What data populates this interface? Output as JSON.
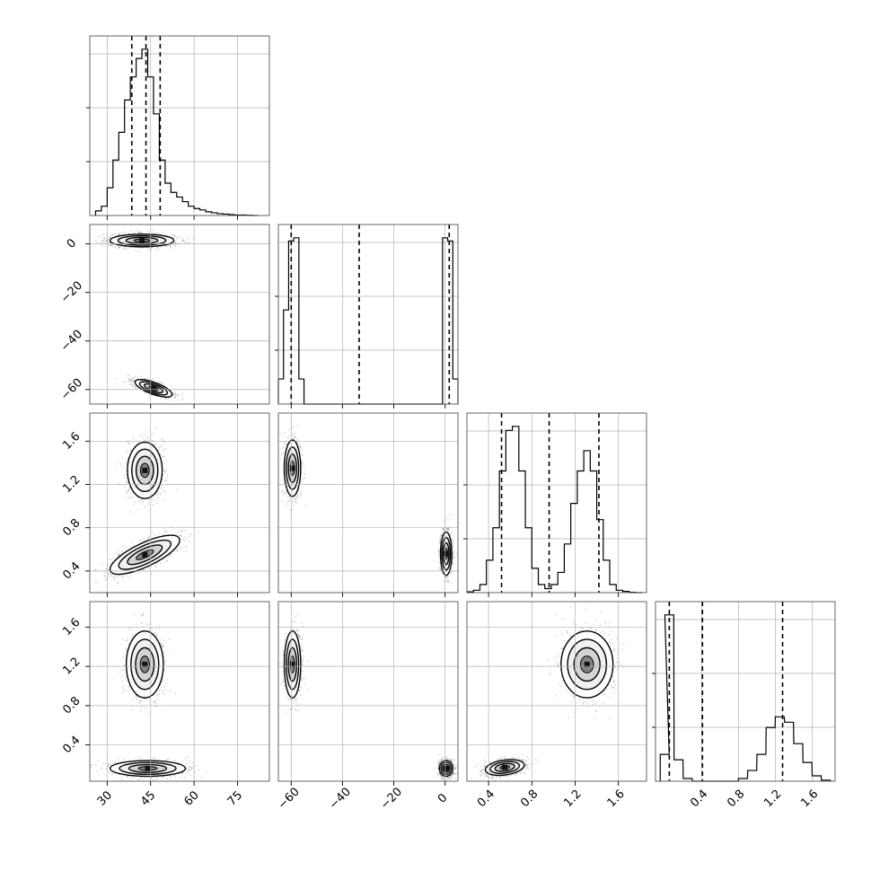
{
  "chart_data": [
    {
      "type": "histogram",
      "variable": 0,
      "xlim": [
        24,
        86
      ],
      "x": [
        27,
        29,
        31,
        33,
        35,
        37,
        39,
        41,
        43,
        45,
        47,
        49,
        51,
        53,
        55,
        57,
        59,
        61,
        63,
        65,
        67,
        69,
        71,
        73,
        75,
        77,
        79,
        81
      ],
      "values": [
        1,
        2,
        6,
        12,
        18,
        25,
        30,
        34,
        36,
        30,
        22,
        12,
        7,
        5,
        4,
        3,
        2,
        1.5,
        1.2,
        0.8,
        0.6,
        0.4,
        0.3,
        0.2,
        0.1,
        0.1,
        0.05,
        0
      ],
      "quantile_lines": [
        38.5,
        43.4,
        48.3
      ]
    },
    {
      "type": "histogram",
      "variable": 1,
      "xlim": [
        -65,
        5
      ],
      "x": [
        -64,
        -62,
        -60,
        -58,
        -56,
        -54,
        -52,
        -50,
        -48,
        -46,
        -44,
        -42,
        -40,
        -38,
        -36,
        -34,
        -32,
        -30,
        -28,
        -26,
        -24,
        -22,
        -20,
        -18,
        -16,
        -14,
        -12,
        -10,
        -8,
        -6,
        -4,
        -2,
        0,
        2,
        4
      ],
      "values": [
        8,
        30,
        52,
        53,
        8,
        0,
        0,
        0,
        0,
        0,
        0,
        0,
        0,
        0,
        0,
        0,
        0,
        0,
        0,
        0,
        0,
        0,
        0,
        0,
        0,
        0,
        0,
        0,
        0,
        0,
        0,
        0,
        53,
        52,
        8
      ],
      "quantile_lines": [
        -60.0,
        -33.5,
        1.6
      ]
    },
    {
      "type": "histogram",
      "variable": 2,
      "xlim": [
        0.2,
        1.86
      ],
      "x": [
        0.23,
        0.29,
        0.35,
        0.41,
        0.47,
        0.53,
        0.59,
        0.65,
        0.71,
        0.77,
        0.83,
        0.89,
        0.95,
        1.01,
        1.07,
        1.13,
        1.19,
        1.25,
        1.31,
        1.37,
        1.43,
        1.49,
        1.55,
        1.61,
        1.67,
        1.73,
        1.79
      ],
      "values": [
        0.2,
        0.6,
        2,
        8,
        16,
        30,
        40,
        41,
        30,
        16,
        6,
        2,
        1,
        2,
        5,
        12,
        22,
        30,
        35,
        30,
        18,
        8,
        2,
        0.6,
        0.3,
        0.1,
        0
      ],
      "quantile_lines": [
        0.52,
        0.96,
        1.42
      ]
    },
    {
      "type": "histogram",
      "variable": 3,
      "xlim": [
        -0.1,
        1.85
      ],
      "x": [
        0.0,
        0.05,
        0.15,
        0.25,
        0.35,
        0.45,
        0.55,
        0.65,
        0.75,
        0.85,
        0.95,
        1.05,
        1.15,
        1.25,
        1.35,
        1.45,
        1.55,
        1.65,
        1.75
      ],
      "values": [
        10,
        62,
        8,
        1,
        0,
        0,
        0,
        0,
        0,
        1,
        4,
        10,
        20,
        24,
        22,
        14,
        7,
        2,
        0.4
      ],
      "quantile_lines": [
        0.05,
        0.41,
        1.28
      ]
    },
    {
      "type": "scatter",
      "x_var": 0,
      "y_var": 1,
      "xlim": [
        24,
        86
      ],
      "ylim": [
        -66,
        8
      ],
      "clusters": [
        {
          "cx": 42,
          "cy": 1.4,
          "sx": 5.5,
          "sy": 1.3,
          "rho": 0,
          "n": 1500
        },
        {
          "cx": 46,
          "cy": -59.5,
          "sx": 3.2,
          "sy": 1.8,
          "rho": -0.7,
          "n": 900
        }
      ]
    },
    {
      "type": "scatter",
      "x_var": 0,
      "y_var": 2,
      "xlim": [
        24,
        86
      ],
      "ylim": [
        0.2,
        1.86
      ],
      "clusters": [
        {
          "cx": 43,
          "cy": 1.33,
          "sx": 3.0,
          "sy": 0.13,
          "rho": 0,
          "n": 1000
        },
        {
          "cx": 43,
          "cy": 0.55,
          "sx": 6.0,
          "sy": 0.09,
          "rho": 0.75,
          "n": 1000
        }
      ]
    },
    {
      "type": "scatter",
      "x_var": 1,
      "y_var": 2,
      "xlim": [
        -65,
        5
      ],
      "ylim": [
        0.2,
        1.86
      ],
      "clusters": [
        {
          "cx": -59.5,
          "cy": 1.35,
          "sx": 1.6,
          "sy": 0.13,
          "rho": 0,
          "n": 1000
        },
        {
          "cx": 0.4,
          "cy": 0.56,
          "sx": 1.1,
          "sy": 0.1,
          "rho": 0,
          "n": 1000
        }
      ]
    },
    {
      "type": "scatter",
      "x_var": 0,
      "y_var": 3,
      "xlim": [
        24,
        86
      ],
      "ylim": [
        0.03,
        1.86
      ],
      "clusters": [
        {
          "cx": 43,
          "cy": 1.22,
          "sx": 3.2,
          "sy": 0.17,
          "rho": 0,
          "n": 1000
        },
        {
          "cx": 44,
          "cy": 0.16,
          "sx": 6.5,
          "sy": 0.04,
          "rho": 0,
          "n": 1000
        }
      ]
    },
    {
      "type": "scatter",
      "x_var": 1,
      "y_var": 3,
      "xlim": [
        -65,
        5
      ],
      "ylim": [
        0.03,
        1.86
      ],
      "clusters": [
        {
          "cx": -59.5,
          "cy": 1.22,
          "sx": 1.6,
          "sy": 0.17,
          "rho": 0,
          "n": 1000
        },
        {
          "cx": 0.4,
          "cy": 0.16,
          "sx": 1.3,
          "sy": 0.04,
          "rho": 0,
          "n": 1000
        }
      ]
    },
    {
      "type": "scatter",
      "x_var": 2,
      "y_var": 3,
      "xlim": [
        0.2,
        1.86
      ],
      "ylim": [
        0.03,
        1.86
      ],
      "clusters": [
        {
          "cx": 1.31,
          "cy": 1.22,
          "sx": 0.12,
          "sy": 0.17,
          "rho": 0,
          "n": 1200
        },
        {
          "cx": 0.55,
          "cy": 0.17,
          "sx": 0.09,
          "sy": 0.04,
          "rho": 0.3,
          "n": 900
        }
      ]
    }
  ],
  "ticks": {
    "x": [
      {
        "values": [
          30,
          45,
          60,
          75
        ],
        "labels": [
          "30",
          "45",
          "60",
          "75"
        ]
      },
      {
        "values": [
          -60,
          -40,
          -20,
          0
        ],
        "labels": [
          "−60",
          "−40",
          "−20",
          "0"
        ]
      },
      {
        "values": [
          0.4,
          0.8,
          1.2,
          1.6
        ],
        "labels": [
          "0.4",
          "0.8",
          "1.2",
          "1.6"
        ]
      },
      {
        "values": [
          0.4,
          0.8,
          1.2,
          1.6
        ],
        "labels": [
          "0.4",
          "0.8",
          "1.2",
          "1.6"
        ]
      }
    ],
    "y_row1": {
      "values": [
        0,
        -20,
        -40,
        -60
      ],
      "labels": [
        "0",
        "−20",
        "−40",
        "−60"
      ]
    },
    "y_row2": {
      "values": [
        1.6,
        1.2,
        0.8,
        0.4
      ],
      "labels": [
        "1.6",
        "1.2",
        "0.8",
        "0.4"
      ]
    },
    "y_row3": {
      "values": [
        1.6,
        1.2,
        0.8,
        0.4
      ],
      "labels": [
        "1.6",
        "1.2",
        "0.8",
        "0.4"
      ]
    }
  },
  "style": {
    "line": "#000000",
    "grid": "#b0b0b0",
    "axis": "#555555",
    "points": "#000000"
  }
}
